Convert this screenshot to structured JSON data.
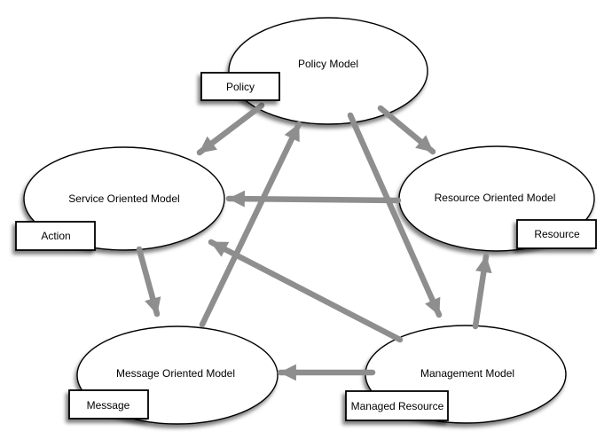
{
  "diagram": {
    "nodes": {
      "policy": {
        "label": "Policy Model",
        "tag": "Policy"
      },
      "service": {
        "label": "Service Oriented Model",
        "tag": "Action"
      },
      "resource": {
        "label": "Resource Oriented Model",
        "tag": "Resource"
      },
      "message": {
        "label": "Message Oriented Model",
        "tag": "Message"
      },
      "management": {
        "label": "Management Model",
        "tag": "Managed Resource"
      }
    },
    "edges": [
      {
        "from": "Policy Model",
        "to": "Service Oriented Model"
      },
      {
        "from": "Message Oriented Model",
        "to": "Policy Model"
      },
      {
        "from": "Policy Model",
        "to": "Management Model"
      },
      {
        "from": "Policy Model",
        "to": "Resource Oriented Model"
      },
      {
        "from": "Resource Oriented Model",
        "to": "Service Oriented Model"
      },
      {
        "from": "Management Model",
        "to": "Service Oriented Model"
      },
      {
        "from": "Service Oriented Model",
        "to": "Message Oriented Model"
      },
      {
        "from": "Management Model",
        "to": "Message Oriented Model"
      },
      {
        "from": "Management Model",
        "to": "Resource Oriented Model"
      }
    ],
    "colors": {
      "arrow": "#8e8e8e",
      "shape_fill": "#ffffff",
      "shape_stroke": "#000000",
      "text": "#000000",
      "background": "#ffffff"
    }
  }
}
